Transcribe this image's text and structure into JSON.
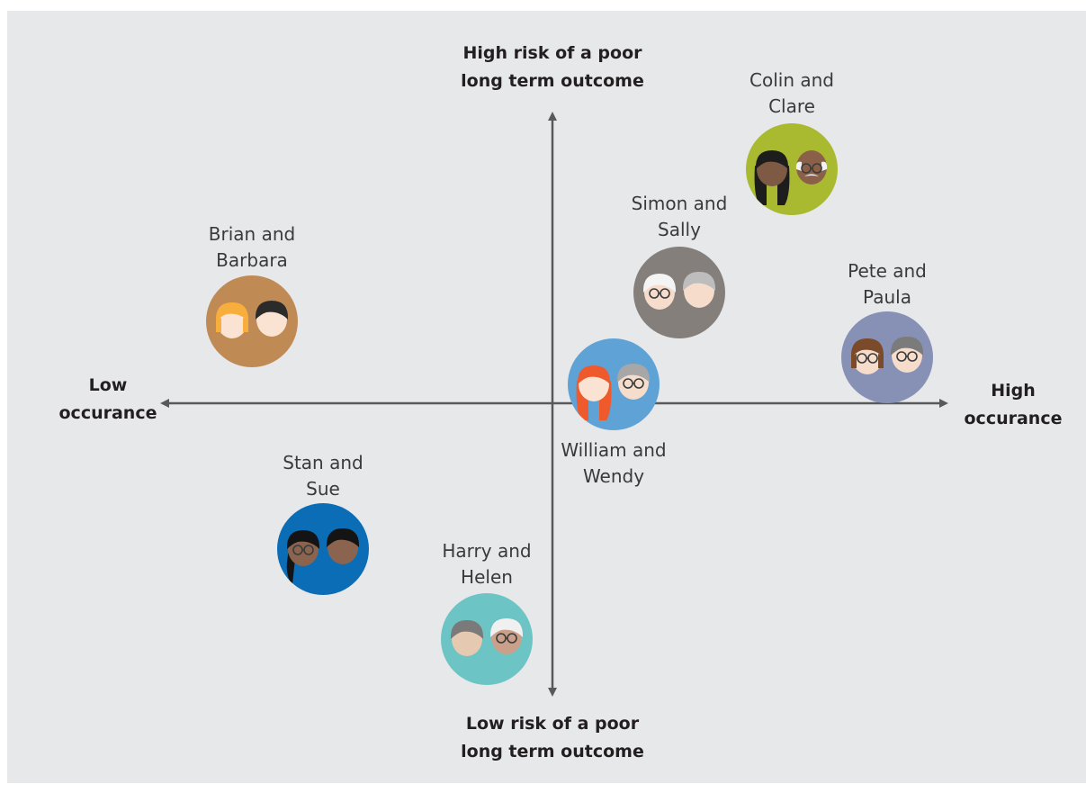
{
  "axes": {
    "top_label": "High risk of a poor\nlong term outcome",
    "bottom_label": "Low risk of a poor\nlong term outcome",
    "left_label": "Low\noccurance",
    "right_label": "High\noccurance",
    "axis_color": "#595959"
  },
  "couples": [
    {
      "id": "colin-clare",
      "label": "Colin and\nClare",
      "bg": "#a9ba31",
      "left": {
        "skin": "#7e5a45",
        "hair": "#1d1d1d",
        "style": "long-hair",
        "glasses": false
      },
      "right": {
        "skin": "#8a6048",
        "hair": "#f2f2f2",
        "style": "bald-white",
        "glasses": true
      }
    },
    {
      "id": "simon-sally",
      "label": "Simon and\nSally",
      "bg": "#857f7b",
      "left": {
        "skin": "#f6dccb",
        "hair": "#f4f4f4",
        "style": "short-hair",
        "glasses": true
      },
      "right": {
        "skin": "#f6dccb",
        "hair": "#bdbdbd",
        "style": "short-hair",
        "glasses": false
      }
    },
    {
      "id": "brian-barbara",
      "label": "Brian and\nBarbara",
      "bg": "#c08a55",
      "left": {
        "skin": "#fbe3d3",
        "hair": "#f8ae3c",
        "style": "bob-hair",
        "glasses": false
      },
      "right": {
        "skin": "#fbe3d3",
        "hair": "#2b2b2b",
        "style": "short-hair",
        "glasses": false
      }
    },
    {
      "id": "pete-paula",
      "label": "Pete and\nPaula",
      "bg": "#8790b5",
      "left": {
        "skin": "#f5dccb",
        "hair": "#7a4a2b",
        "style": "bob-hair",
        "glasses": true
      },
      "right": {
        "skin": "#f5dccb",
        "hair": "#7b7b7b",
        "style": "short-hair",
        "glasses": true
      }
    },
    {
      "id": "william-wendy",
      "label": "William and\nWendy",
      "bg": "#5ea2d6",
      "left": {
        "skin": "#fbe3d3",
        "hair": "#ef5a2c",
        "style": "long-hair",
        "glasses": false
      },
      "right": {
        "skin": "#f5dccb",
        "hair": "#a7a7a7",
        "style": "short-hair",
        "glasses": true
      }
    },
    {
      "id": "stan-sue",
      "label": "Stan and\nSue",
      "bg": "#0b6db6",
      "left": {
        "skin": "#8b6450",
        "hair": "#141414",
        "style": "ponytail",
        "glasses": true
      },
      "right": {
        "skin": "#8b6450",
        "hair": "#141414",
        "style": "short-hair",
        "glasses": false
      }
    },
    {
      "id": "harry-helen",
      "label": "Harry and\nHelen",
      "bg": "#6cc5c4",
      "left": {
        "skin": "#e6c9b1",
        "hair": "#7a7a7a",
        "style": "short-hair",
        "glasses": false
      },
      "right": {
        "skin": "#caa08a",
        "hair": "#f0f0f0",
        "style": "short-hair",
        "glasses": true
      }
    }
  ]
}
